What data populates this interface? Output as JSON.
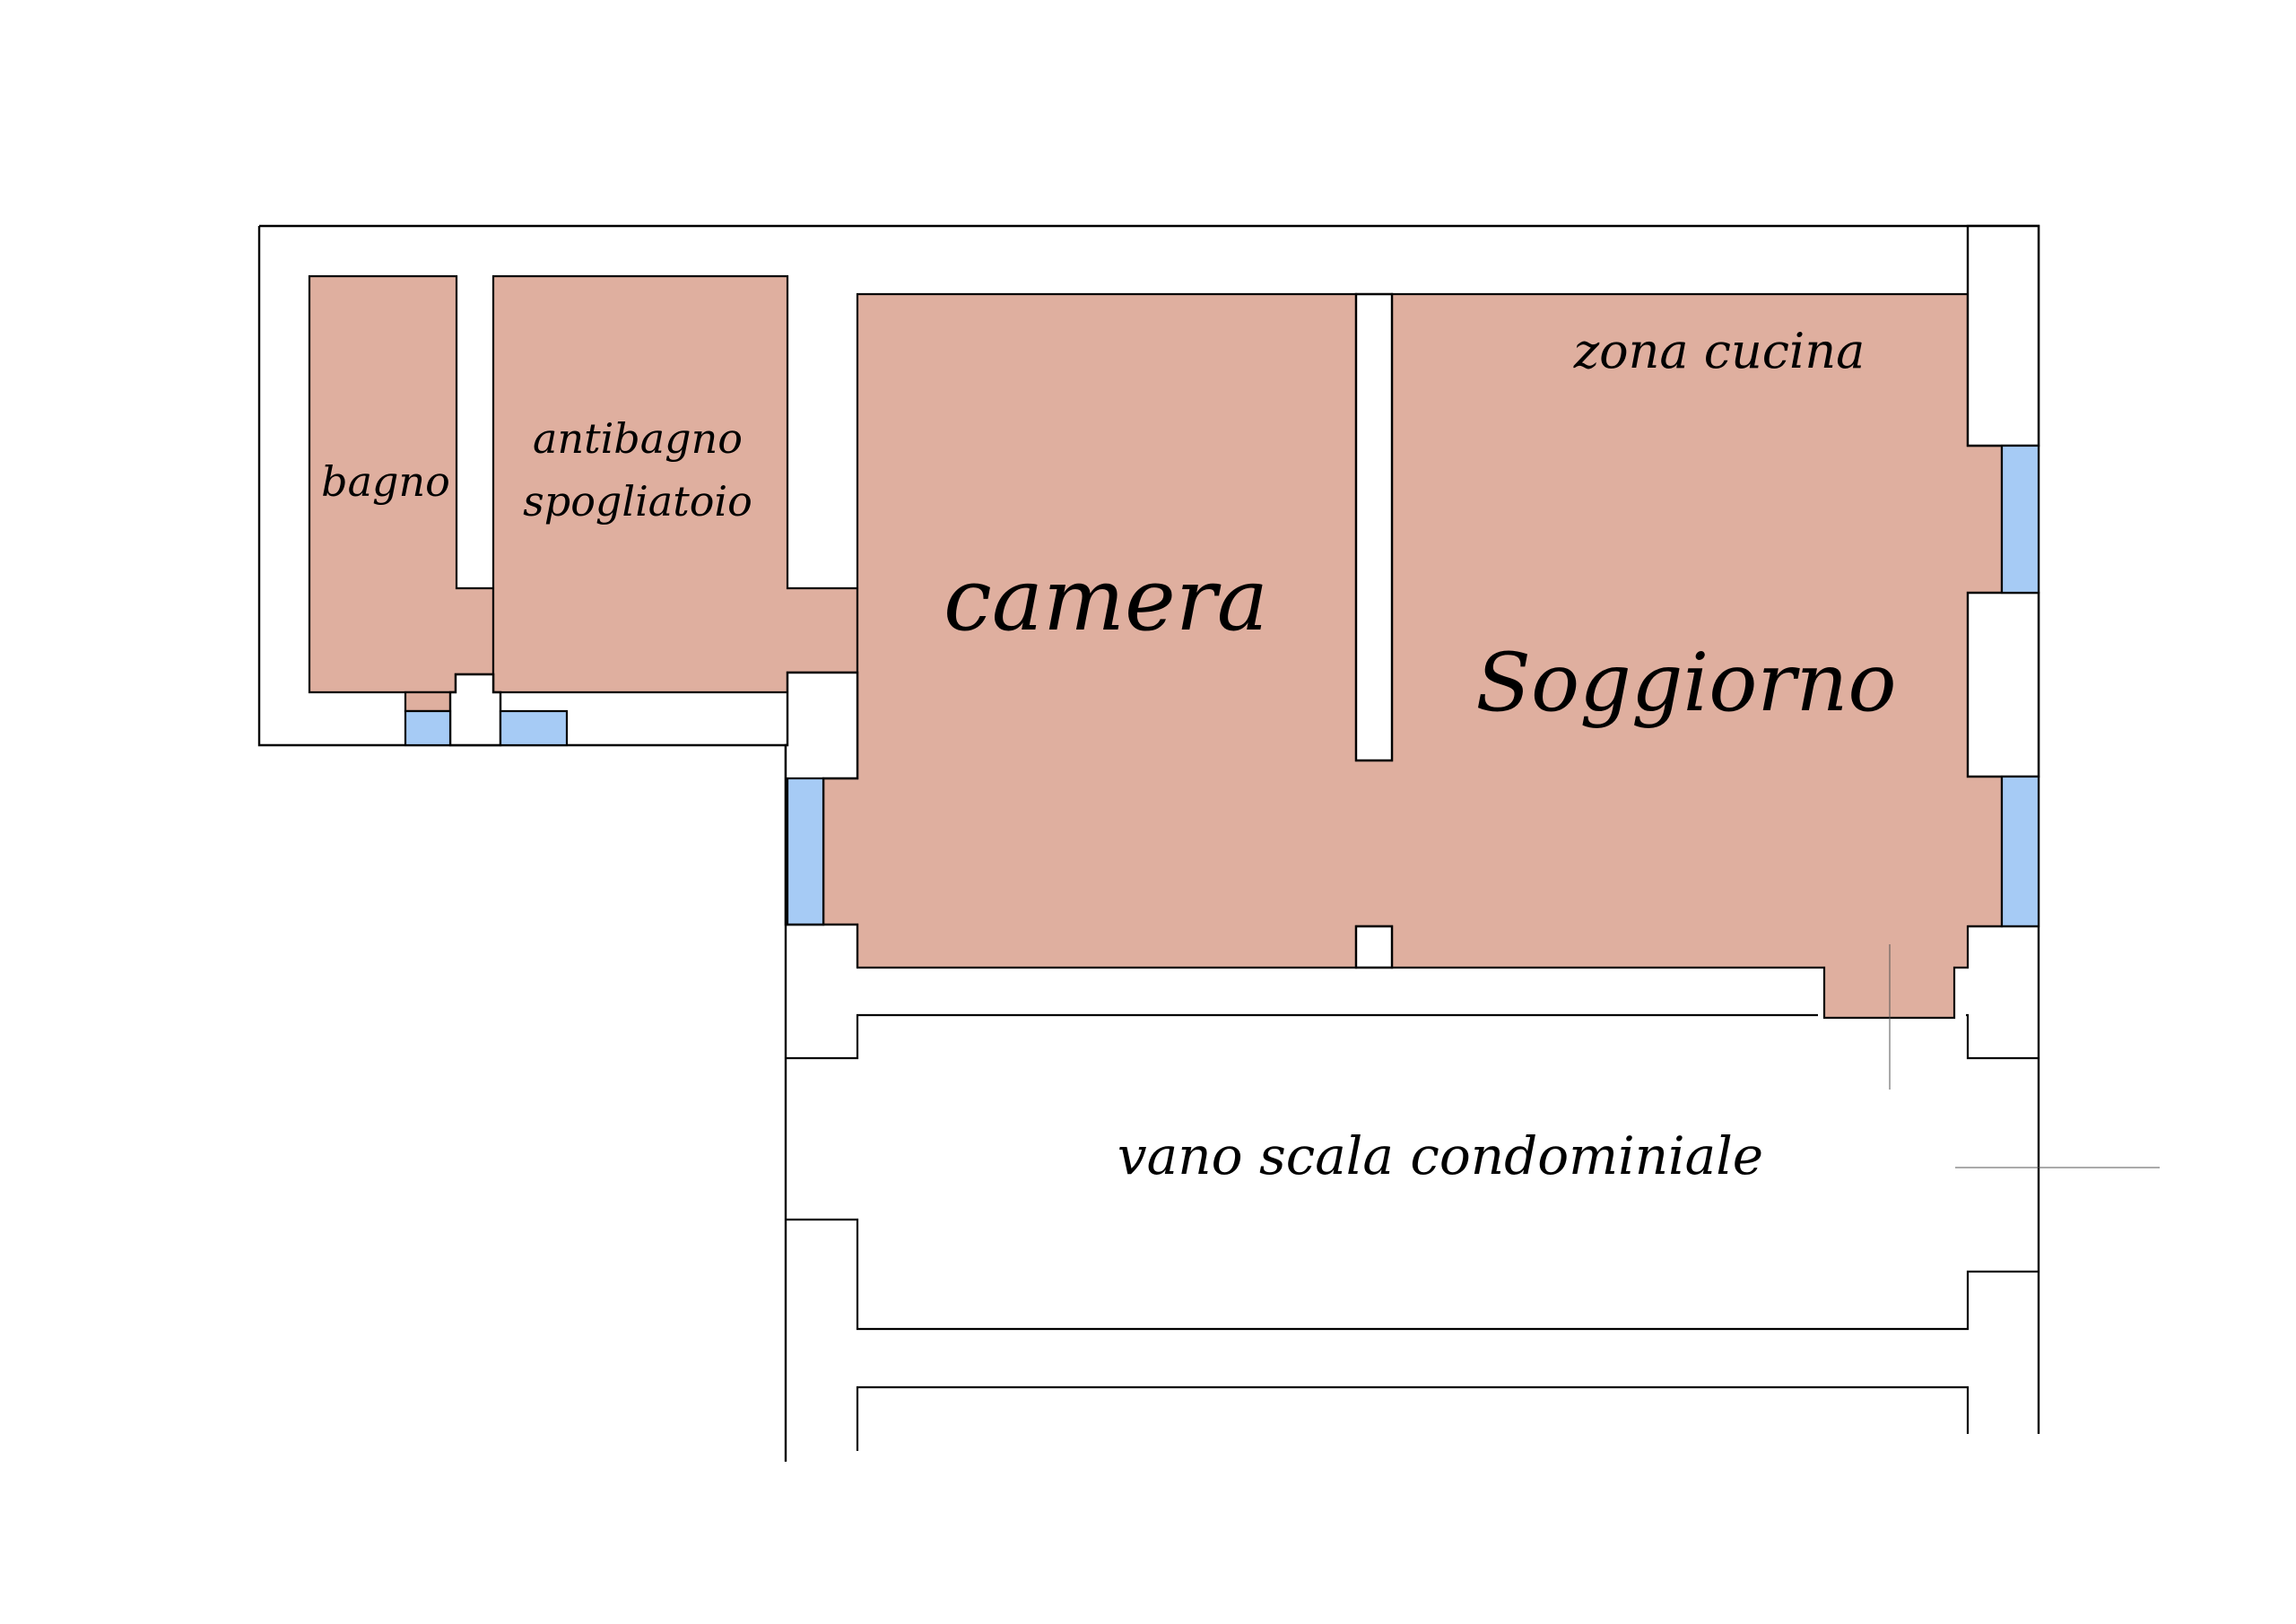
{
  "plan": {
    "colors": {
      "room": "#dfaf9f",
      "window": "#a6cbf5",
      "wall": "#000000"
    },
    "rooms": {
      "bagno": "bagno",
      "antibagno_line1": "antibagno",
      "antibagno_line2": "spogliatoio",
      "camera": "camera",
      "soggiorno": "Soggiorno",
      "zona_cucina": "zona cucina",
      "vano_scala": "vano scala condominiale"
    }
  }
}
